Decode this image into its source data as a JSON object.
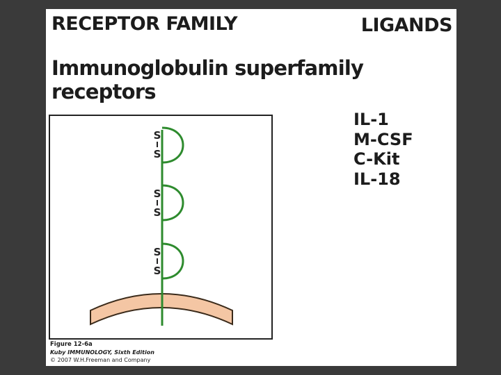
{
  "header": {
    "receptor_family": "RECEPTOR FAMILY",
    "ligands": "LIGANDS"
  },
  "receptor": {
    "family_name": "Immunoglobulin superfamily receptors",
    "domains": [
      {
        "top": "S",
        "bottom": "S"
      },
      {
        "top": "S",
        "bottom": "S"
      },
      {
        "top": "S",
        "bottom": "S"
      }
    ]
  },
  "ligands": [
    "IL-1",
    "M-CSF",
    "C-Kit",
    "IL-18"
  ],
  "caption": {
    "figure": "Figure 12-6a",
    "book": "Kuby IMMUNOLOGY, Sixth Edition",
    "copyright": "© 2007 W.H.Freeman and Company"
  },
  "colors": {
    "background": "#3a3a3a",
    "receptor_chain": "#2e8b2e",
    "membrane_fill": "#f4c6a4",
    "membrane_edge": "#3a2a1a"
  }
}
